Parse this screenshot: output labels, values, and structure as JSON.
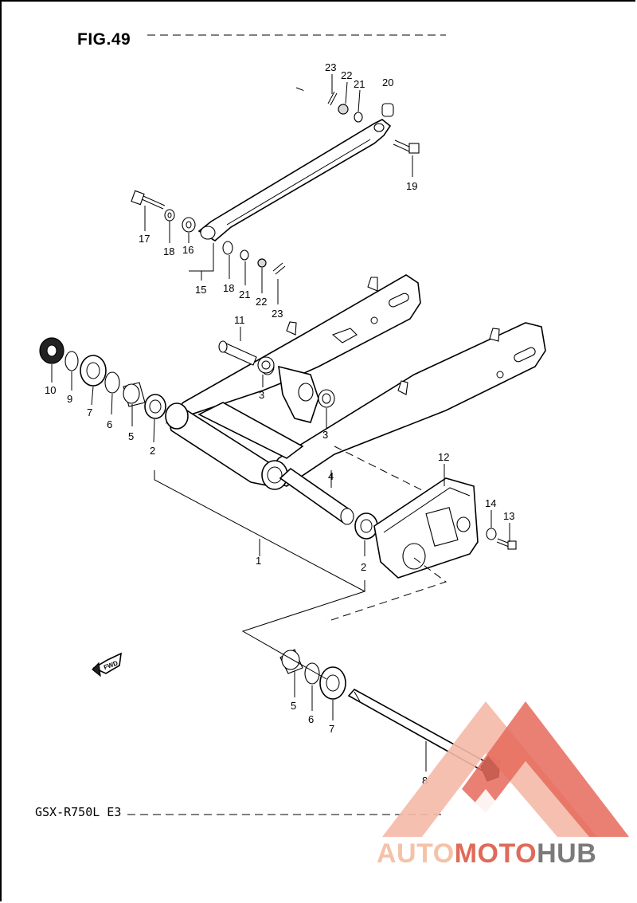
{
  "figure": {
    "title": "FIG.49",
    "model_code": "GSX-R750L  E3"
  },
  "fwd_label": "FWD",
  "callouts": {
    "c1": "1",
    "c2a": "2",
    "c2b": "2",
    "c3a": "3",
    "c3b": "3",
    "c4": "4",
    "c5a": "5",
    "c5b": "5",
    "c6a": "6",
    "c6b": "6",
    "c7a": "7",
    "c7b": "7",
    "c8": "8",
    "c9": "9",
    "c10": "10",
    "c11": "11",
    "c12": "12",
    "c13": "13",
    "c14": "14",
    "c15": "15",
    "c16": "16",
    "c17": "17",
    "c18a": "18",
    "c18b": "18",
    "c19": "19",
    "c20": "20",
    "c21a": "21",
    "c21b": "21",
    "c22a": "22",
    "c22b": "22",
    "c23a": "23",
    "c23b": "23"
  },
  "watermark": {
    "brand_part1": "AUTO",
    "brand_part2": "MOTO",
    "brand_part3": "HUB",
    "colors": {
      "light": "#f5c2a8",
      "red": "#e06a5a",
      "grey": "#7a7a7a"
    }
  }
}
